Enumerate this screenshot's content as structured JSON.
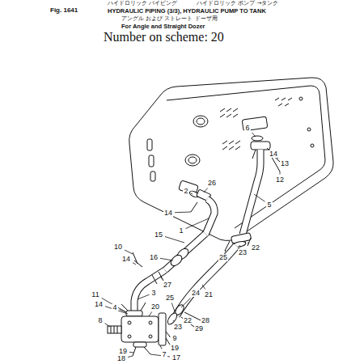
{
  "diagram": {
    "labels": [
      "Fig. 1641",
      "ハイドロリック パイピング",
      "ハイドロリック ポンプ →タンク",
      "HYDRAULIC PIPING (3/3), HYDRAULIC PUMP TO TANK",
      "アングル および ストレート ドーザ用",
      "For Angle and Straight Dozer",
      "Number on scheme: 20",
      "6",
      "14",
      "13",
      "12",
      "2",
      "26",
      "5",
      "14",
      "1",
      "15",
      "16",
      "25",
      "23",
      "22",
      "10",
      "14",
      "3",
      "27",
      "11",
      "14",
      "4",
      "20",
      "24",
      "25",
      "23",
      "22",
      "21",
      "29",
      "28",
      "7",
      "8",
      "9",
      "19",
      "17",
      "19",
      "18"
    ]
  }
}
